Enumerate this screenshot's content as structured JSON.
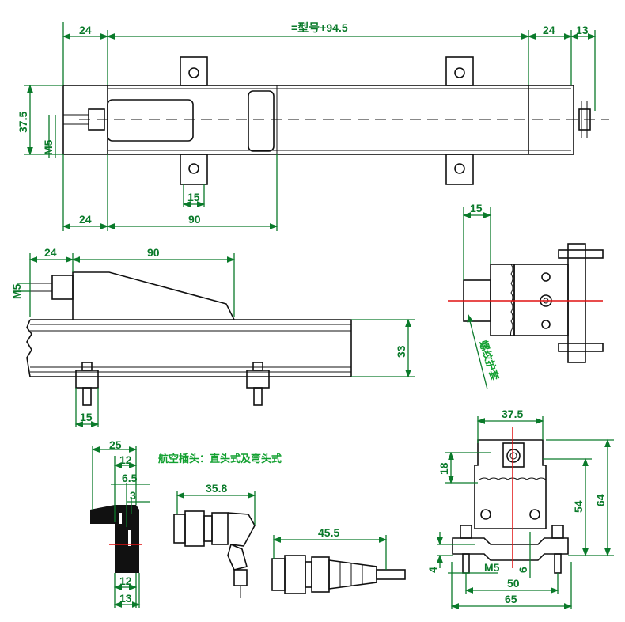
{
  "top_view": {
    "dim_left": "24",
    "dim_total": "=型号+94.5",
    "dim_right": "24",
    "dim_end": "13",
    "dim_height": "37.5",
    "dim_thread": "M5",
    "dim_slot": "15",
    "dim_bottom_left": "24",
    "dim_bottom_90": "90"
  },
  "side_view": {
    "dim_left": "24",
    "dim_90": "90",
    "dim_thread": "M5",
    "dim_height": "33",
    "dim_foot": "15"
  },
  "end_view": {
    "dim_15": "15",
    "sleeve_label": "螺纹护套"
  },
  "connector": {
    "title": "航空插头：直头式及弯头式",
    "dim_25": "25",
    "dim_12_top": "12",
    "dim_6_5": "6.5",
    "dim_3": "3",
    "dim_12_bottom": "12",
    "dim_13": "13",
    "dim_elbow": "35.8",
    "dim_straight": "45.5"
  },
  "mount_view": {
    "dim_37_5": "37.5",
    "dim_18": "18",
    "dim_54": "54",
    "dim_64": "64",
    "dim_4": "4",
    "dim_thread": "M5",
    "dim_6": "6",
    "dim_50": "50",
    "dim_65": "65"
  },
  "colors": {
    "dimension": "#0a7a2a",
    "centerline": "#e01010",
    "outline": "#111111"
  }
}
